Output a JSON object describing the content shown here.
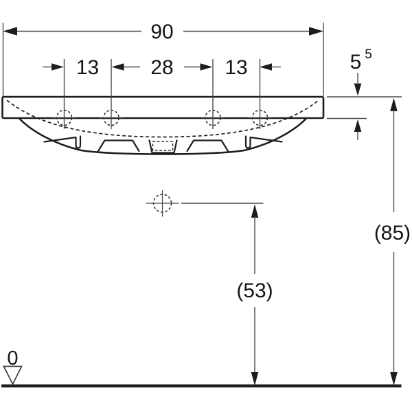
{
  "dimensions": {
    "overall_width": "90",
    "hole_pitch_left": "13",
    "hole_pitch_center": "28",
    "hole_pitch_right": "13",
    "thickness_value": "5",
    "thickness_superscript": "5",
    "overall_height": "(85)",
    "outlet_height": "(53)",
    "datum_level": "0"
  },
  "colors": {
    "background": "#ffffff",
    "outline": "#1d1d1d",
    "dimension_line": "#4b4b4b",
    "text": "#151515"
  }
}
